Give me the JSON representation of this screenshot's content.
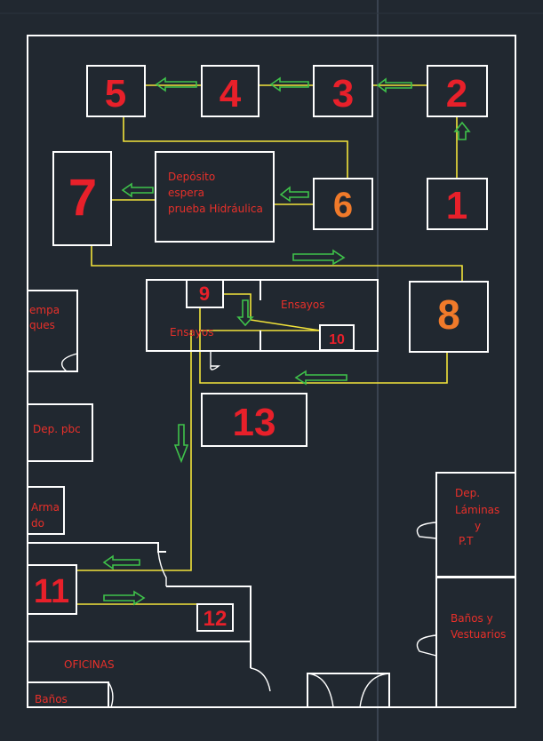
{
  "colors": {
    "background": "#212830",
    "walls": "#ffffff",
    "flow_line": "#f2e33a",
    "arrow": "#3fc24a",
    "label": "#e8302a",
    "number_red": "#e8202a",
    "number_orange": "#f07a2a"
  },
  "stations": {
    "s1": "1",
    "s2": "2",
    "s3": "3",
    "s4": "4",
    "s5": "5",
    "s6": "6",
    "s7": "7",
    "s8": "8",
    "s9": "9",
    "s10": "10",
    "s11": "11",
    "s12": "12",
    "s13": "13"
  },
  "labels": {
    "deposito_1": "Depósito",
    "deposito_2": "espera",
    "deposito_3": "prueba Hidráulica",
    "ensayos_a": "Ensayos",
    "ensayos_b": "Ensayos",
    "empaques_1": "empa",
    "empaques_2": "ques",
    "dep_pbc": "Dep. pbc",
    "armado_1": "Arma",
    "armado_2": "do",
    "laminas_1": "Dep.",
    "laminas_2": "Láminas",
    "laminas_3": "y",
    "laminas_4": "P.T",
    "banos_vest_1": "Baños y",
    "banos_vest_2": "Vestuarios",
    "oficinas": "OFICINAS",
    "banos": "Baños"
  },
  "arrows": [
    "up",
    "left",
    "left",
    "left",
    "left",
    "left",
    "right",
    "left",
    "down",
    "down",
    "left",
    "right"
  ]
}
